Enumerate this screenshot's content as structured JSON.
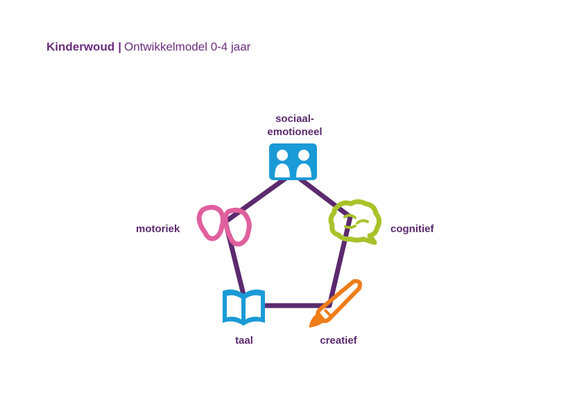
{
  "header": {
    "brand": "Kinderwoud",
    "separator": "|",
    "subtitle": "Ontwikkelmodel 0-4 jaar"
  },
  "domains": {
    "sociaal": {
      "line1": "sociaal-",
      "line2": "emotioneel",
      "icon": "two-people-icon",
      "color": "#1a9ad6"
    },
    "cognitief": {
      "label": "cognitief",
      "icon": "brain-speech-bubble-icon",
      "color": "#a8c22a"
    },
    "creatief": {
      "label": "creatief",
      "icon": "paintbrush-icon",
      "color": "#ef7d1a"
    },
    "taal": {
      "label": "taal",
      "icon": "open-book-icon",
      "color": "#1a9ad6"
    },
    "motoriek": {
      "label": "motoriek",
      "icon": "footprints-icon",
      "color": "#e0609e"
    }
  },
  "colors": {
    "pentagon_stroke": "#5b2a6e",
    "text": "#5b2a6e"
  }
}
